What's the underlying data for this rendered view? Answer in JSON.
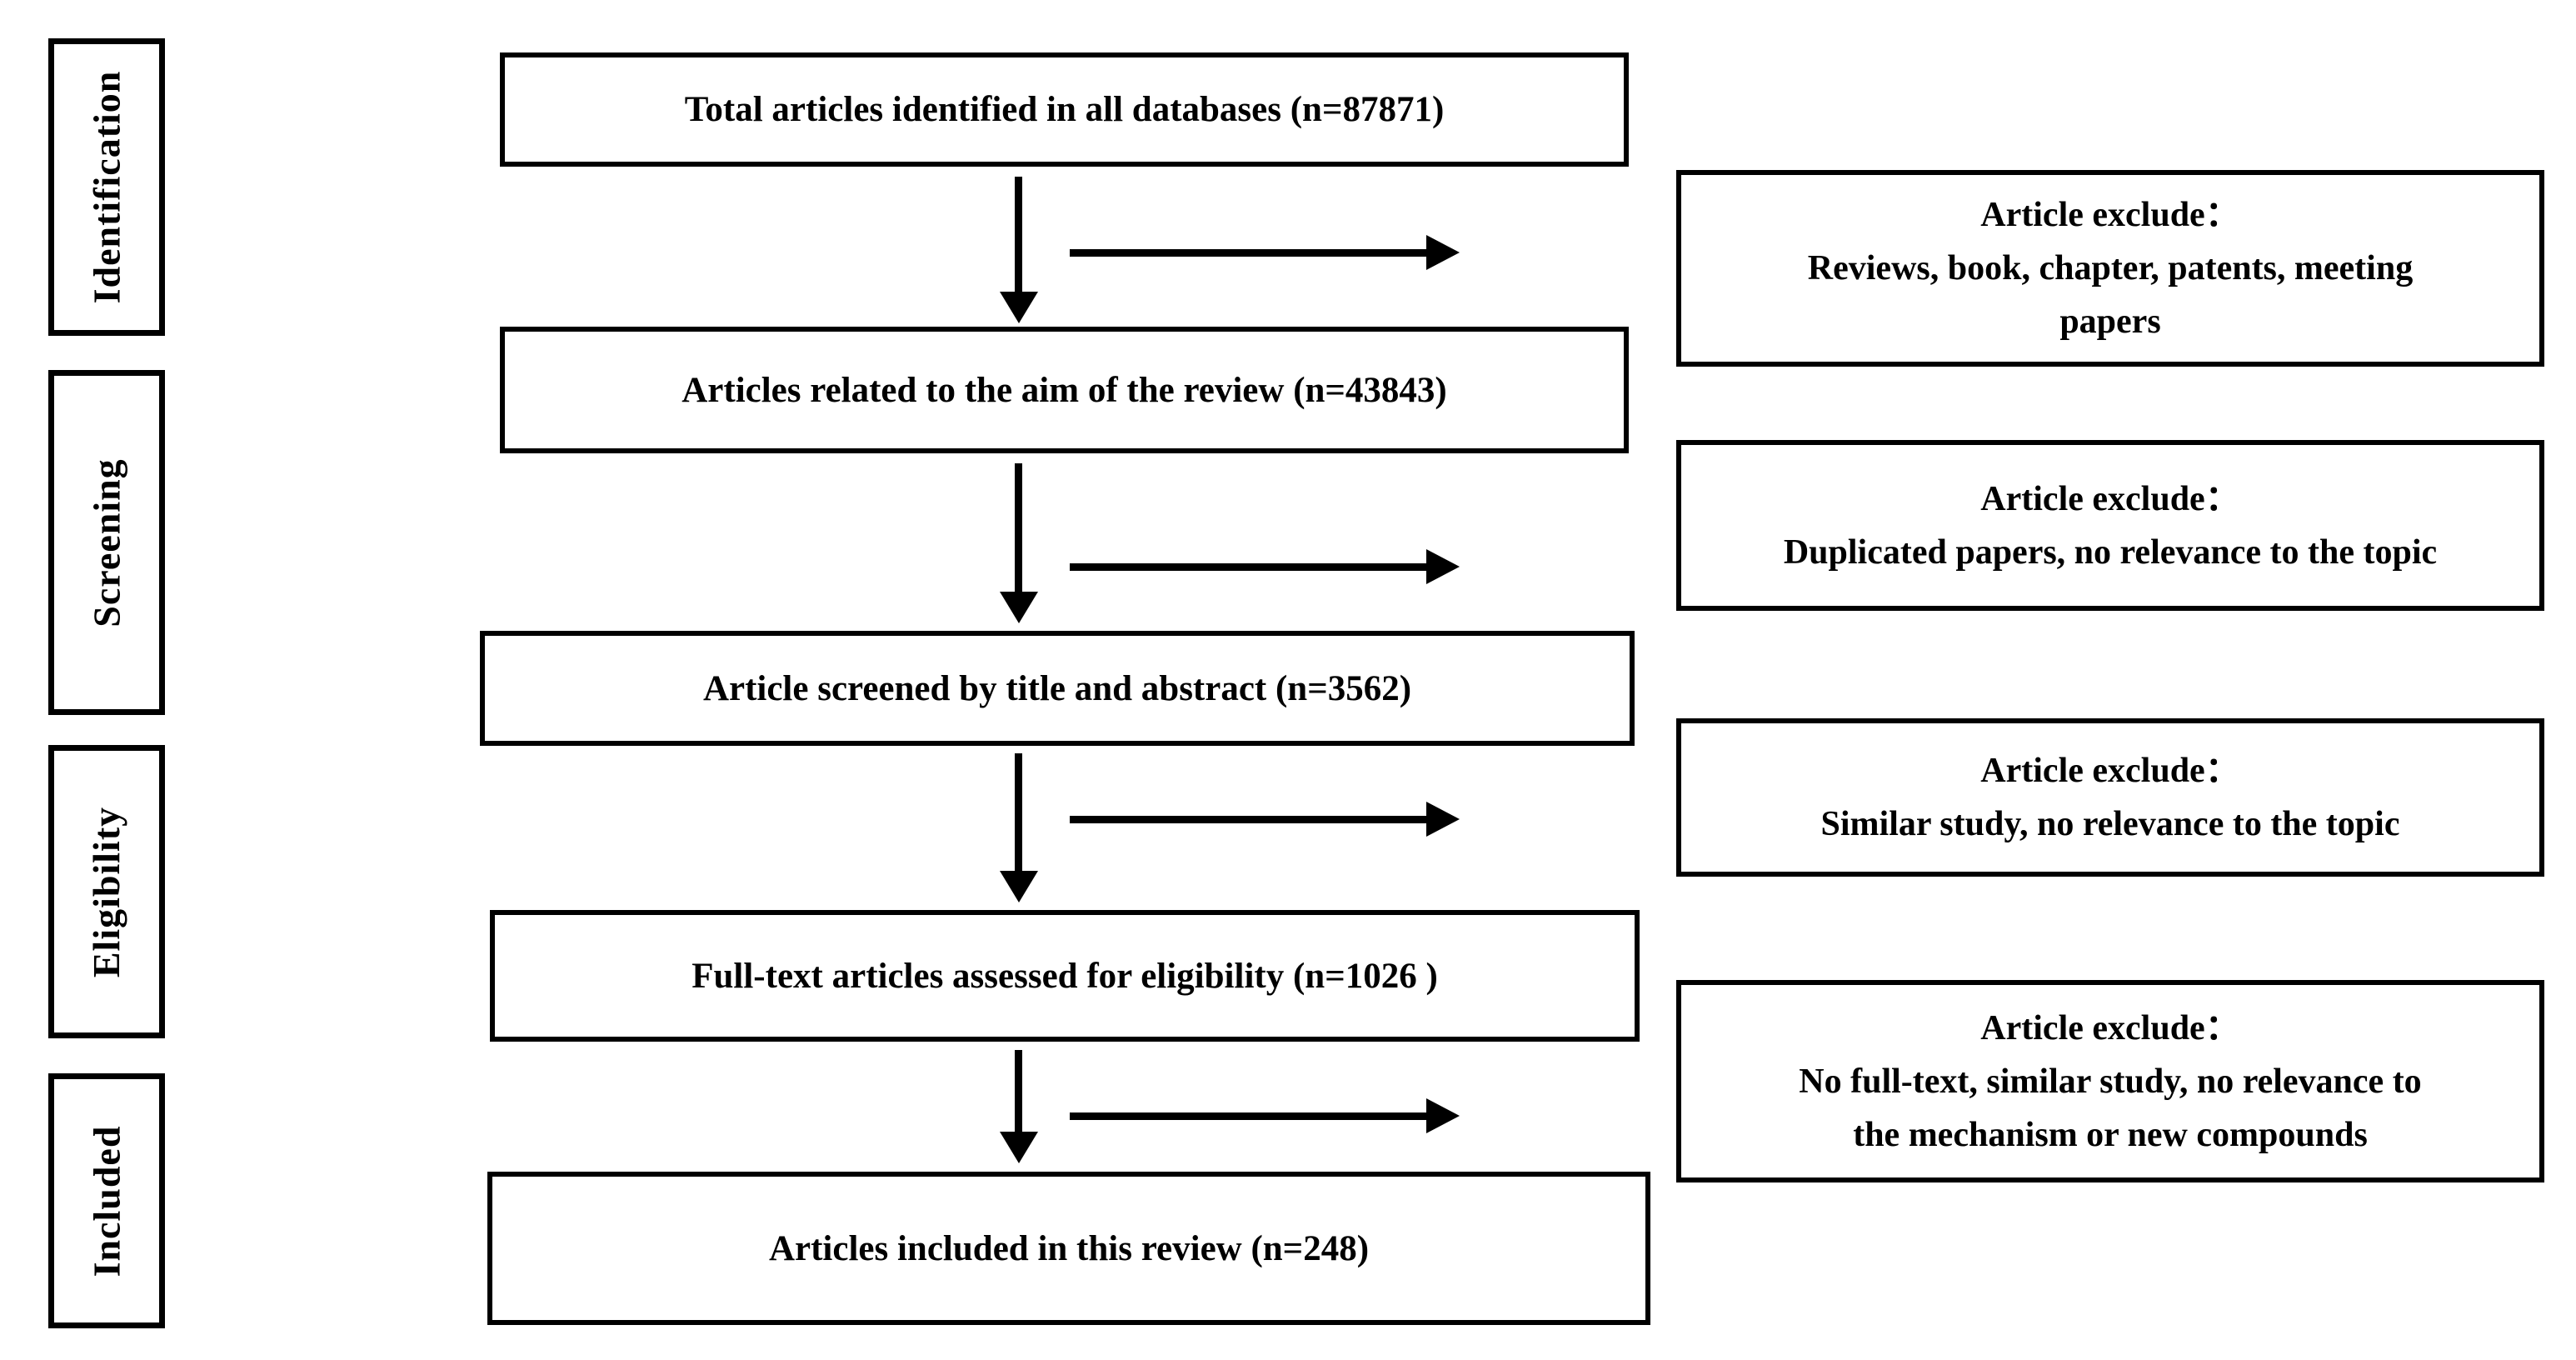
{
  "figure": {
    "background_color": "#ffffff",
    "line_color": "#000000",
    "stages": [
      {
        "label": "Identification"
      },
      {
        "label": "Screening"
      },
      {
        "label": "Eligibility"
      },
      {
        "label": "Included"
      }
    ],
    "flow": [
      {
        "text": "Total articles identified in all databases (n=87871)"
      },
      {
        "text": "Articles related to the aim of the review (n=43843)"
      },
      {
        "text": "Article screened by title and abstract  (n=3562)"
      },
      {
        "text": "Full-text articles assessed for eligibility (n=1026 )"
      },
      {
        "text": "Articles included in this review (n=248)"
      }
    ],
    "exclusions": [
      {
        "lines": [
          "Article exclude：",
          "Reviews, book, chapter, patents, meeting",
          "papers"
        ]
      },
      {
        "lines": [
          "Article exclude：",
          "Duplicated papers, no relevance to the topic",
          ""
        ]
      },
      {
        "lines": [
          "Article exclude：",
          "Similar study, no relevance to the topic",
          ""
        ]
      },
      {
        "lines": [
          "Article exclude：",
          "No full-text, similar study, no relevance to",
          "the mechanism or new compounds"
        ]
      }
    ]
  }
}
